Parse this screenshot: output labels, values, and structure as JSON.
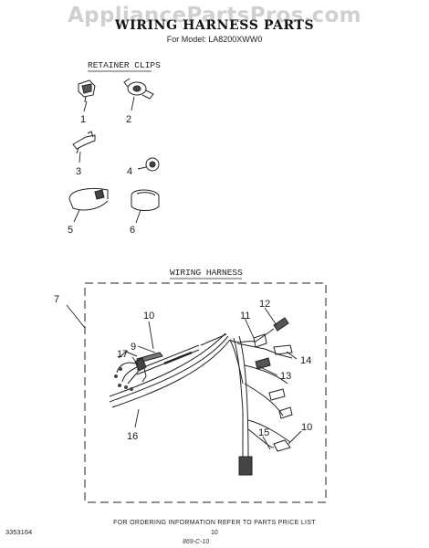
{
  "watermark": "AppliancePartsPros.com",
  "title": "WIRING HARNESS PARTS",
  "model": "For Model: LA8200XWW0",
  "retainer_section": {
    "label": "RETAINER CLIPS",
    "callouts": [
      "1",
      "2",
      "3",
      "4",
      "5",
      "6"
    ]
  },
  "harness_section": {
    "label": "WIRING HARNESS",
    "callouts": [
      "7",
      "9",
      "10",
      "11",
      "12",
      "13",
      "14",
      "15",
      "10",
      "16",
      "17"
    ]
  },
  "footer": "FOR ORDERING INFORMATION REFER TO PARTS PRICE LIST",
  "doc_number": "3353164",
  "page_number": "10",
  "handwritten_note": "869-C-10"
}
